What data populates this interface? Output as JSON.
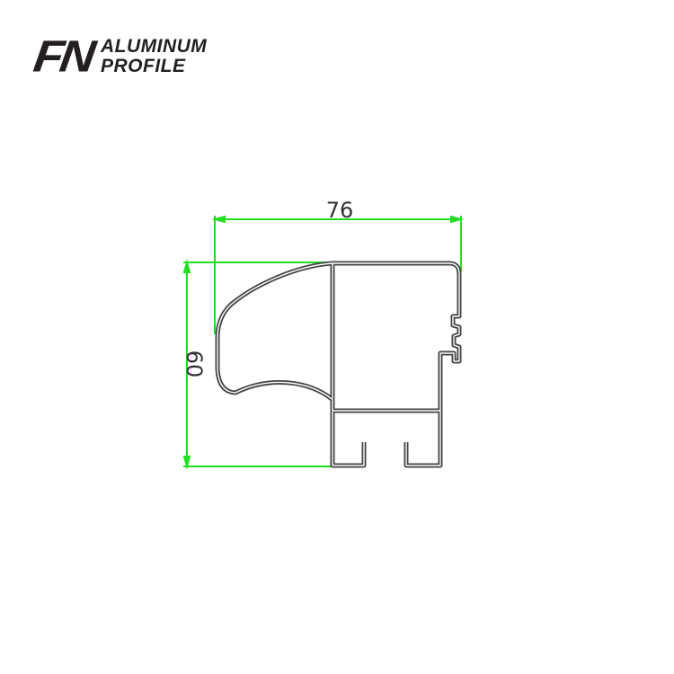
{
  "logo": {
    "mark": "FN",
    "line1": "ALUMINUM",
    "line2": "PROFILE"
  },
  "drawing": {
    "width_dimension": "76",
    "height_dimension": "60",
    "dimension_color": "#22dd22",
    "profile_color": "#444444"
  }
}
